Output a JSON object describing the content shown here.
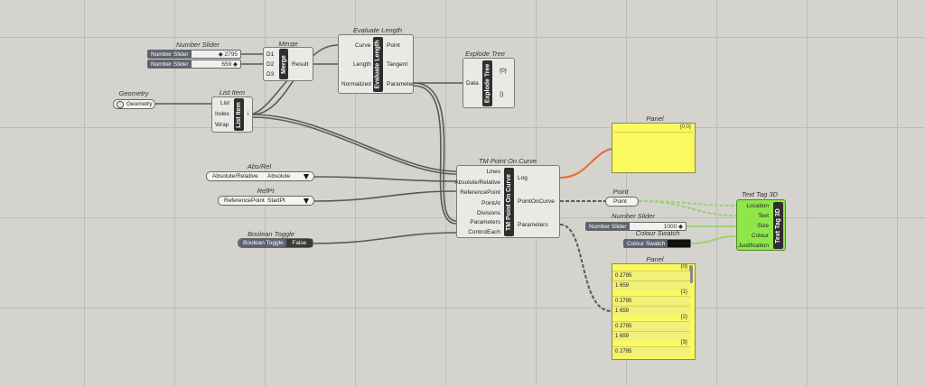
{
  "titles": {
    "number_slider": "Number Slider",
    "merge": "Merge",
    "evaluate_length": "Evaluate Length",
    "explode_tree": "Explode Tree",
    "geometry": "Geometry",
    "list_item": "List Item",
    "panel_top": "Panel",
    "abs_rel": "Abs/Rel",
    "tm_point_on_curve": "TM Point On Curve",
    "ref_pt": "RefPt",
    "point": "Point",
    "text_tag": "Text Tag 3D",
    "number_slider_2": "Number Slider",
    "colour_swatch": "Colour Swatch",
    "boolean_toggle": "Boolean Toggle",
    "panel_bottom": "Panel"
  },
  "sliders": [
    {
      "label": "Number Slider",
      "value": "◆ 2795"
    },
    {
      "label": "Number Slider",
      "value": "659 ◆"
    },
    {
      "label": "Number Slider",
      "value": "1000 ◆"
    }
  ],
  "merge": {
    "inputs": [
      "D1",
      "D2",
      "D3"
    ],
    "nick": "Merge",
    "output": "Result"
  },
  "evaluate_length": {
    "inputs": [
      "Curve",
      "Length",
      "Normalized"
    ],
    "nick": "Evaluate Length",
    "outputs": [
      "Point",
      "Tangent",
      "Parameter"
    ]
  },
  "explode_tree": {
    "input": "Data",
    "nick": "Explode Tree",
    "outputs": [
      "{0}",
      "{}"
    ]
  },
  "geometry_param": {
    "label": "Geometry"
  },
  "list_item": {
    "inputs": [
      "List",
      "Index",
      "Wrap"
    ],
    "nick": "List Item",
    "output": "i"
  },
  "panel_top": {
    "path": "{0;0}"
  },
  "abs_rel": {
    "label": "Absolute/Relative",
    "value": "Absolute"
  },
  "ref_pt": {
    "label": "ReferencePoint",
    "value": "StartPt"
  },
  "tm": {
    "inputs": [
      "Lines",
      "Absolute/Relative",
      "ReferencePoint",
      "PointAt",
      "Divisions",
      "Parameters",
      "ControlEach"
    ],
    "nick": "TM Point On Curve",
    "outputs": [
      "Log",
      "PointOnCurve",
      "Parameters"
    ]
  },
  "point_param": {
    "label": "Point"
  },
  "text_tag": {
    "inputs": [
      "Location",
      "Text",
      "Size",
      "Colour",
      "Justification"
    ],
    "nick": "Text Tag 3D"
  },
  "colour_swatch": {
    "label": "Colour Swatch",
    "color": "#111111"
  },
  "boolean_toggle": {
    "label": "Boolean Toggle",
    "value": "False"
  },
  "panel_bottom": {
    "groups": [
      {
        "path": "{0}",
        "lines": [
          "0 2795",
          "1 659"
        ]
      },
      {
        "path": "{1}",
        "lines": [
          "0 2795",
          "1 659"
        ]
      },
      {
        "path": "{2}",
        "lines": [
          "0 2795",
          "1 659"
        ]
      },
      {
        "path": "{3}",
        "lines": [
          "0 2795"
        ]
      }
    ]
  },
  "colors": {
    "canvas": "#d4d3cd",
    "panel": "#fafa60",
    "wire": "#5a5a52",
    "log_wire": "#e86a2e",
    "green_wire": "#9ad36c",
    "text_tag": "#8fe64a"
  }
}
